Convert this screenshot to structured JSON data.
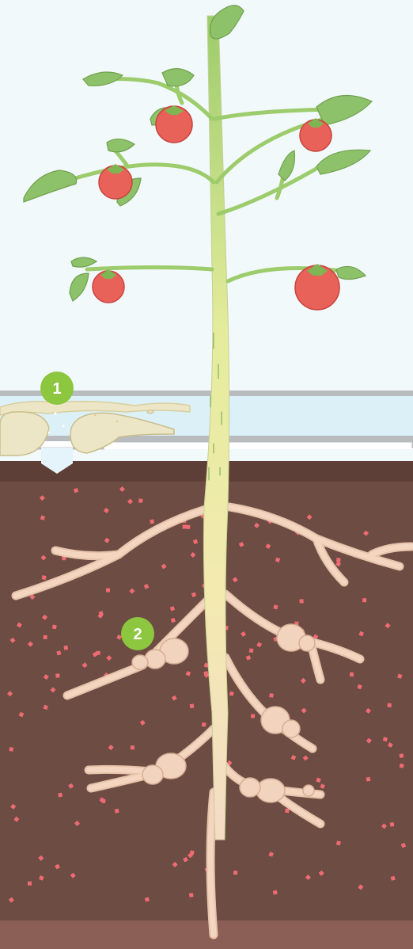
{
  "callouts": [
    {
      "id": "1",
      "label": "1",
      "color": "#8dc63f"
    },
    {
      "id": "2",
      "label": "2",
      "color": "#8dc63f"
    }
  ],
  "colors": {
    "sky": "#f1f9fb",
    "soil": "#6d4c43",
    "soil_dark": "#5e3f38",
    "soil_bottom": "#8b5f55",
    "root": "#f2d3bd",
    "root_outline": "#d9b59c",
    "stem_top": "#9acb6b",
    "stem_bottom": "#f4e2c9",
    "leaf": "#8ec26a",
    "leaf_dark": "#6fa14d",
    "tomato": "#e8625a",
    "tomato_dark": "#c8443d",
    "particle": "#ef6b73",
    "pipe": "#c7c9cb",
    "water": "#dcf0f8",
    "badge": "#8dc63f"
  }
}
